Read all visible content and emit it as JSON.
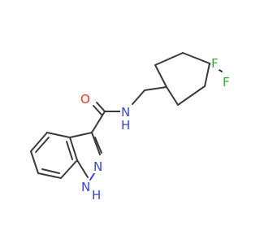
{
  "atoms": {
    "oxygen": "O",
    "amide_nitrogen": "N",
    "amide_hydrogen": "H",
    "ring_nitrogen_2": "N",
    "ring_nitrogen_1": "N",
    "ring_hydrogen": "H",
    "fluorine_top": "F",
    "fluorine_bottom": "F"
  },
  "colors": {
    "bond": "#3a3a3a",
    "oxygen": "#e8382a",
    "nitrogen": "#3545e0",
    "fluorine": "#3aa63a",
    "background": "#ffffff"
  }
}
